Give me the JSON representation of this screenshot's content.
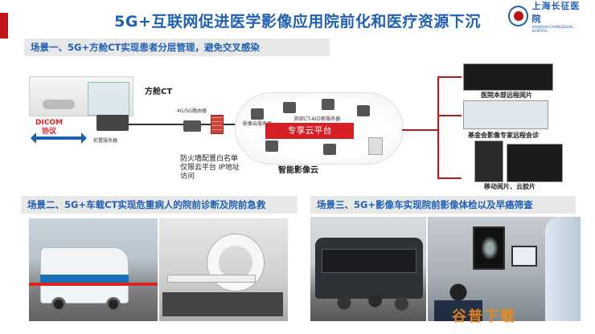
{
  "slide": {
    "title": "5G+互联网促进医学影像应用院前化和医疗资源下沉",
    "accent_color": "#c0141b",
    "title_color": "#1f5fb5"
  },
  "logo": {
    "name_cn": "上海长征医院",
    "name_en": "SHANGHAI CHANGZHENG HOSPITAL"
  },
  "scenes": [
    {
      "label": "场景一、5G+方舱CT实现患者分层管理，避免交叉感染"
    },
    {
      "label": "场景二、5G+车载CT实现危重病人的院前诊断及院前急救"
    },
    {
      "label": "场景三、5G+影像车实现院前影像体检以及早癌筛查"
    }
  ],
  "diagram": {
    "ward_label": "方舱CT",
    "dicom_label": "DICOM\n协议",
    "server_label": "前置服务器",
    "router_label": "4G/5G路由器",
    "firewall_note": "防火墙配置白名单\n仅限云平台 IP地址访问",
    "cloud_server_labels": [
      "影像云服务器",
      "肺部CT-AI诊断服务器"
    ],
    "platform_label": "专享云平台",
    "cloud_name": "智能影像云",
    "outputs": [
      {
        "label": "医院本部远程阅片"
      },
      {
        "label": "基金会影像专家远程会诊"
      },
      {
        "label": "移动阅片、云胶片"
      }
    ]
  },
  "photos": {
    "ambulance": "ambulance-photo",
    "ct_interior": "ct-interior-photo",
    "bus": "imaging-bus-photo",
    "room": "reading-room-photo"
  },
  "watermark": "谷普下载"
}
